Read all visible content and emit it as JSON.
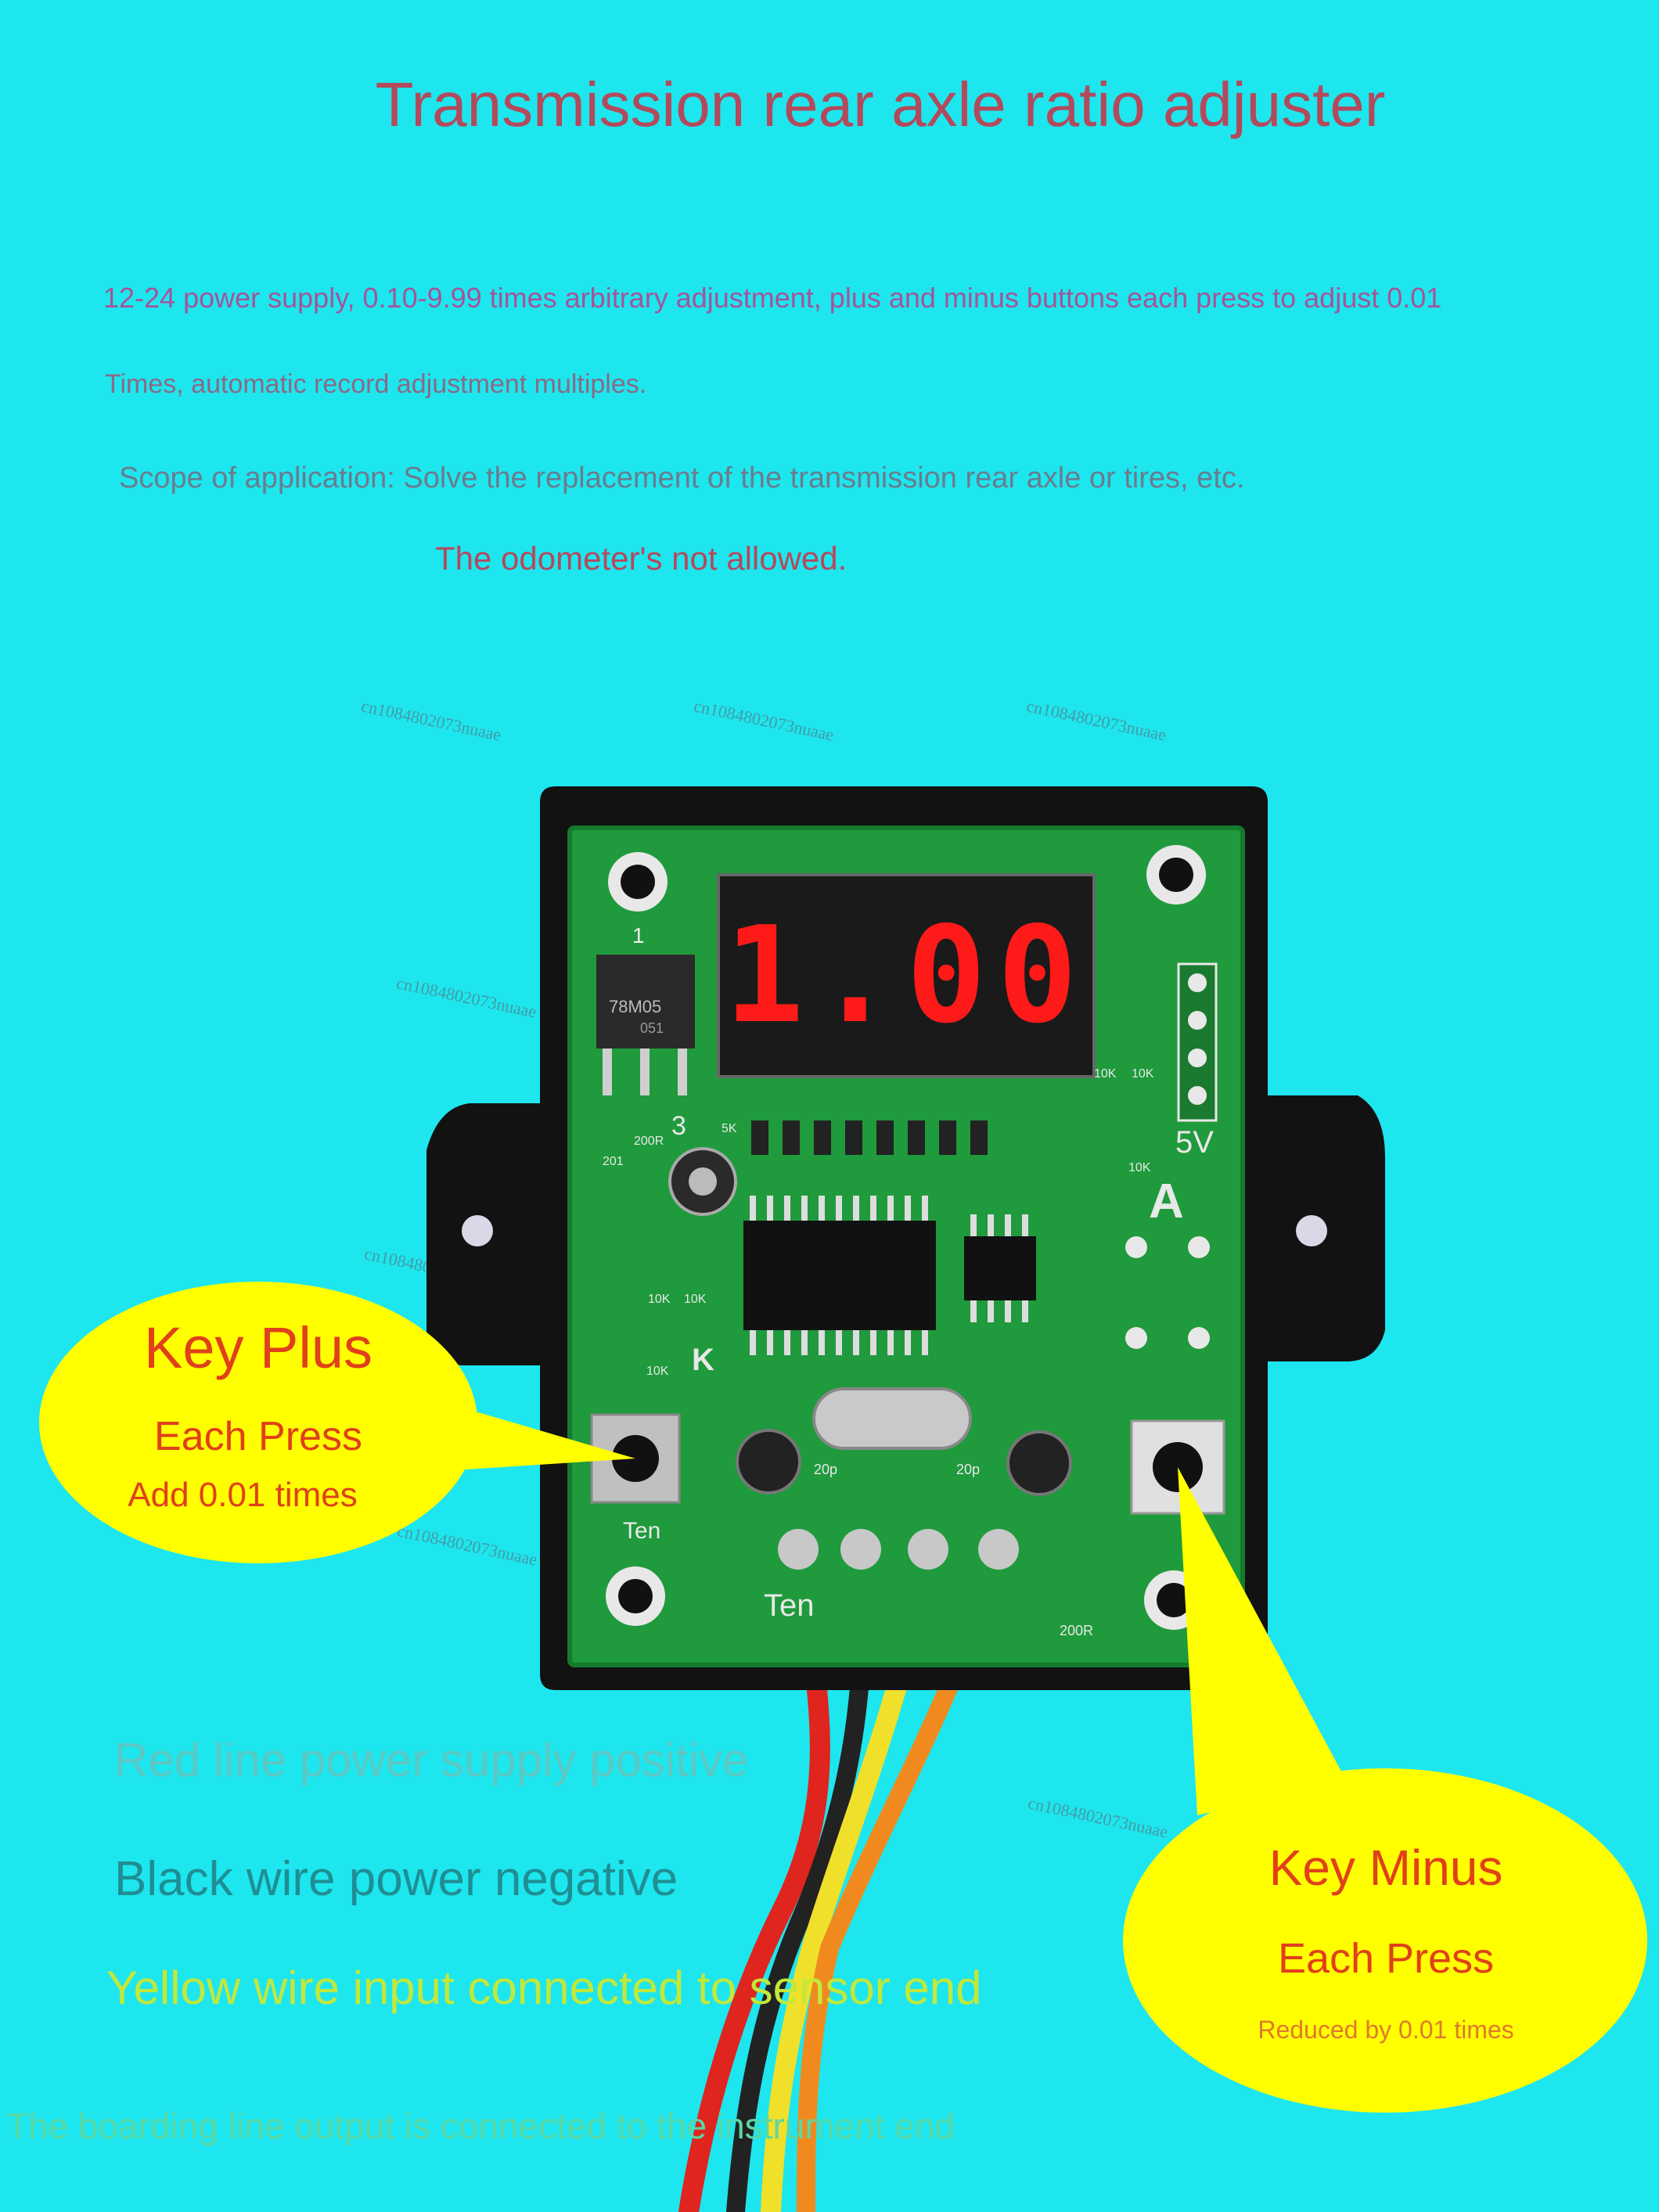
{
  "header": {
    "title": "Transmission rear axle ratio adjuster",
    "desc_line1": "12-24 power supply, 0.10-9.99 times arbitrary adjustment, plus and minus buttons each press to adjust 0.01",
    "desc_line2": "Times, automatic record adjustment multiples.",
    "scope": "Scope of application: Solve the replacement of the transmission rear axle or tires, etc.",
    "note": "The odometer's not allowed."
  },
  "device": {
    "display_value": "1.00",
    "regulator_label": "78M05",
    "regulator_sub": "051",
    "pin_label": "1",
    "voltage_label": "5V",
    "board_mark": "A",
    "cap_3": "3",
    "r_201": "201",
    "r_200R": "200R",
    "r_5K": "5K",
    "r_10K": "10K",
    "r_10K_b": "10K",
    "r_10K_c": "10K",
    "r_10K_d": "10K",
    "r_10K_e": "10K",
    "r_10K_f": "10K",
    "r_20p_a": "20p",
    "r_20p_b": "20p",
    "r_200R_b": "200R",
    "ten_left": "Ten",
    "ten_bottom": "Ten",
    "led_char_k": "K"
  },
  "callouts": {
    "plus": {
      "title": "Key Plus",
      "line1": "Each Press",
      "line2": "Add 0.01 times"
    },
    "minus": {
      "title": "Key Minus",
      "line1": "Each Press",
      "line2": "Reduced by 0.01 times"
    }
  },
  "wires": {
    "red": "Red line power supply positive",
    "black": "Black wire power negative",
    "yellow": "Yellow wire input connected to sensor end",
    "output": "The boarding line output is connected to the instrument end"
  },
  "watermark": "cn1084802073nuaae",
  "colors": {
    "background": "#1ee6ee",
    "title": "#b24a5c",
    "pcb": "#1f9a3c",
    "enclosure": "#121212",
    "segment_on": "#ff1a1a",
    "callout": "#ffff00",
    "callout_text": "#e0401a"
  }
}
